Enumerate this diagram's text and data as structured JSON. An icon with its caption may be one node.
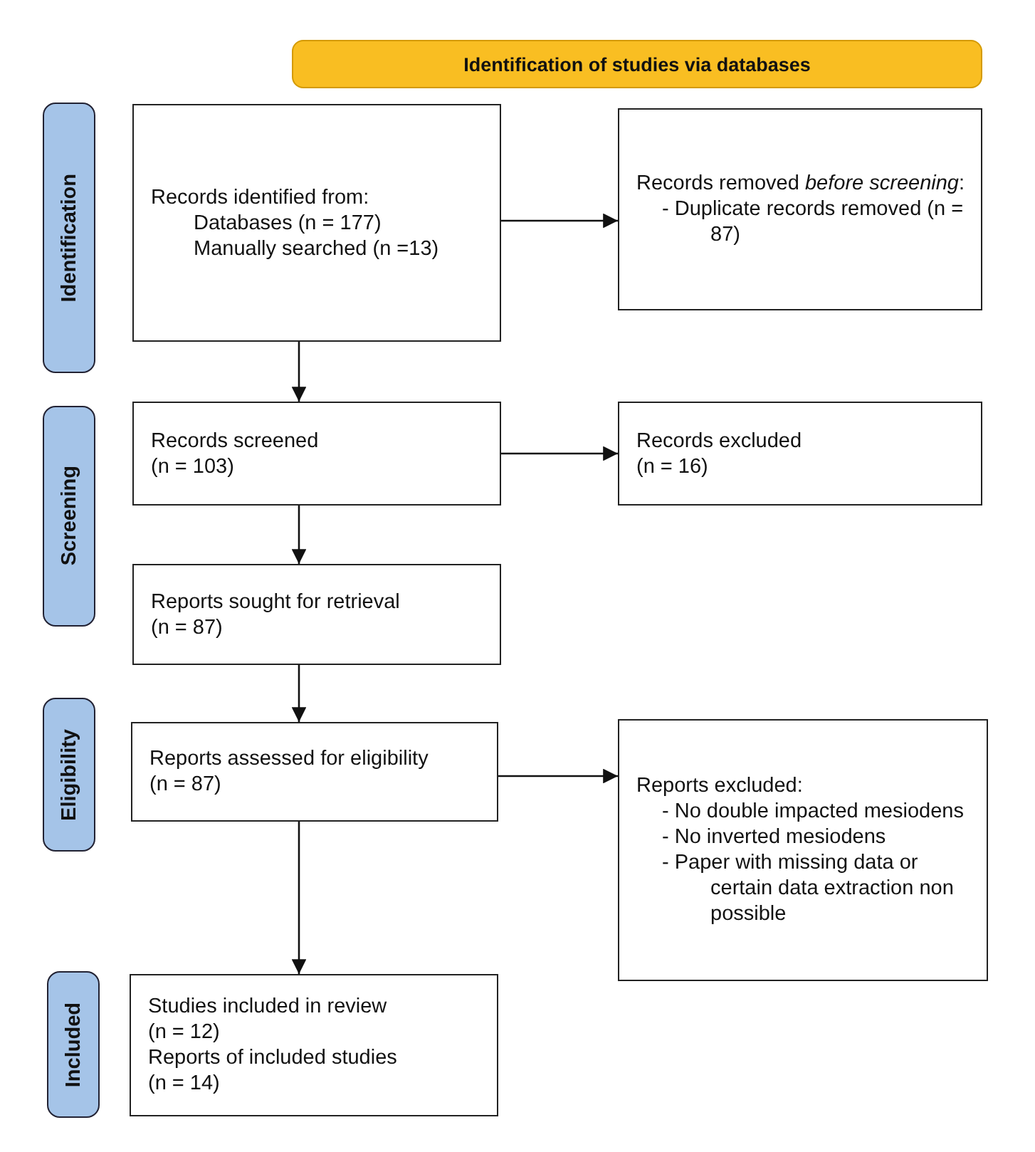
{
  "diagram": {
    "nodes": [
      {
        "text": [
          "Identification of studies via databases"
        ]
      },
      {
        "text": [
          "Identification"
        ]
      },
      {
        "text": [
          "Records identified from:",
          "Databases (n = 177)",
          "Manually searched (n =13)"
        ]
      },
      {
        "text": [
          "Records removed *before screening*:",
          "- Duplicate records removed (n = 87)"
        ]
      },
      {
        "text": [
          "Screening"
        ]
      },
      {
        "text": [
          "Records screened",
          "(n = 103)"
        ]
      },
      {
        "text": [
          "Records excluded",
          "(n = 16)"
        ]
      },
      {
        "text": [
          "Reports sought for retrieval",
          "(n = 87)"
        ]
      },
      {
        "text": [
          "Eligibility"
        ]
      },
      {
        "text": [
          "Reports assessed for eligibility",
          "(n = 87)"
        ]
      },
      {
        "text": [
          "Reports excluded:",
          "- No double impacted mesiodens",
          "- No inverted mesiodens",
          "- Paper with missing data or certain data extraction non possible"
        ]
      },
      {
        "text": [
          "Included"
        ]
      },
      {
        "text": [
          "Studies included in review",
          "(n = 12)",
          "Reports of included studies",
          "(n = 14)"
        ]
      }
    ],
    "edges": [
      {
        "from": 2,
        "to": 3,
        "arrow": "to"
      },
      {
        "from": 2,
        "to": 5,
        "arrow": "to"
      },
      {
        "from": 5,
        "to": 6,
        "arrow": "to"
      },
      {
        "from": 5,
        "to": 7,
        "arrow": "to"
      },
      {
        "from": 7,
        "to": 9,
        "arrow": "to"
      },
      {
        "from": 9,
        "to": 10,
        "arrow": "to"
      },
      {
        "from": 9,
        "to": 12,
        "arrow": "to"
      }
    ]
  }
}
